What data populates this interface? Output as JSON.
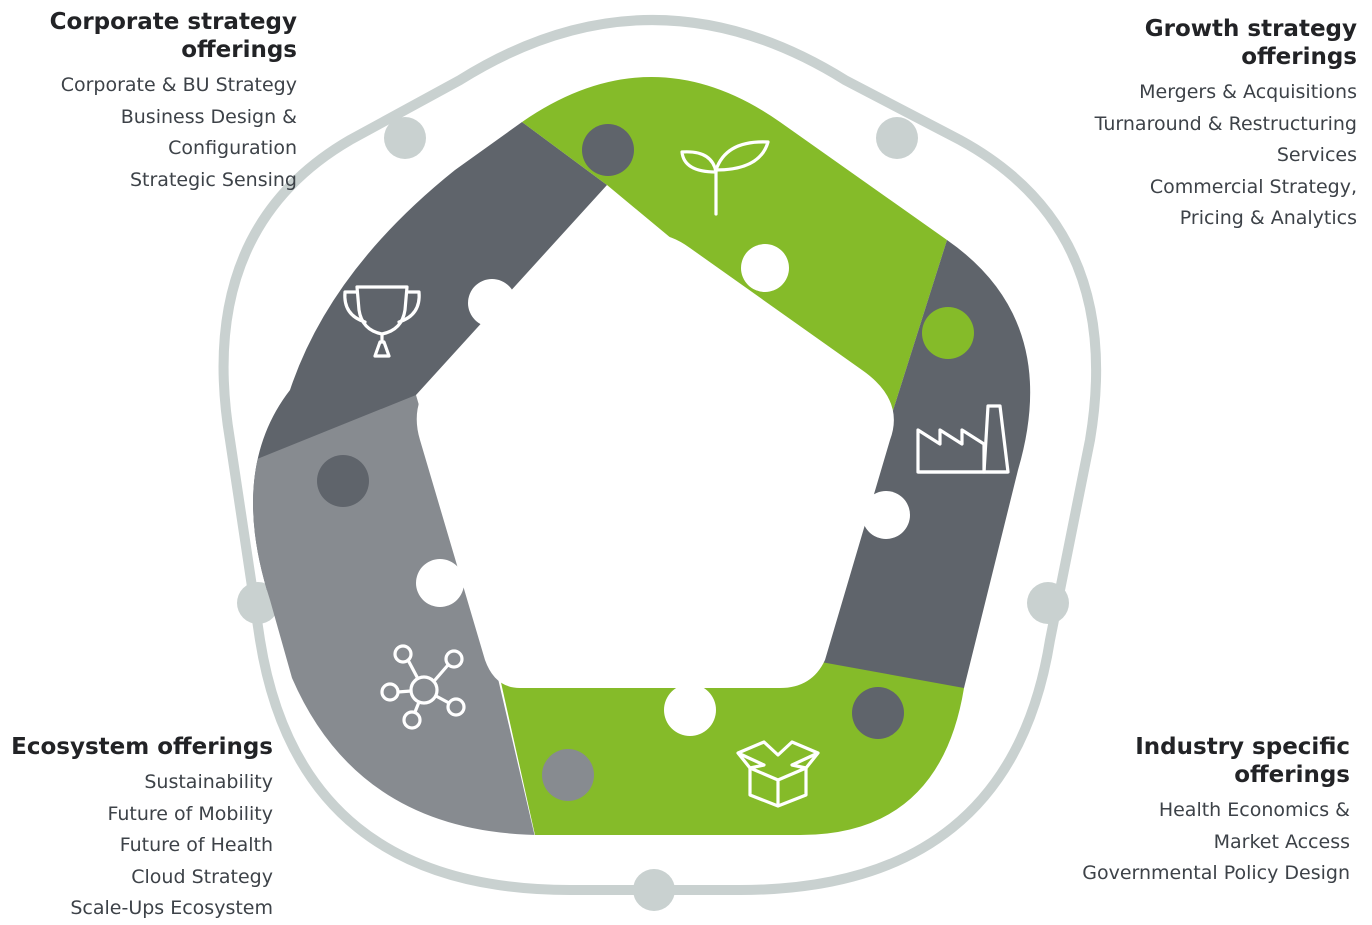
{
  "colors": {
    "green": "#85bb29",
    "dark_gray": "#5f646b",
    "mid_gray": "#878b90",
    "ring": "#c9d1d0",
    "icon_stroke": "#ffffff"
  },
  "segments": [
    {
      "name": "corporate-segment",
      "color": "dark_gray",
      "icon": "trophy-icon"
    },
    {
      "name": "growth-segment",
      "color": "green",
      "icon": "sprout-icon"
    },
    {
      "name": "industry-segment",
      "color": "dark_gray",
      "icon": "factory-icon"
    },
    {
      "name": "industry-box-segment",
      "color": "green",
      "icon": "open-box-icon"
    },
    {
      "name": "ecosystem-segment",
      "color": "mid_gray",
      "icon": "network-icon"
    }
  ],
  "offerings": {
    "corporate": {
      "title": [
        "Corporate strategy",
        "offerings"
      ],
      "items": [
        "Corporate & BU Strategy",
        "Business Design &",
        "Configuration",
        "Strategic Sensing"
      ]
    },
    "growth": {
      "title": [
        "Growth strategy",
        "offerings"
      ],
      "items": [
        "Mergers & Acquisitions",
        "Turnaround & Restructuring",
        "Services",
        "Commercial Strategy,",
        "Pricing & Analytics"
      ]
    },
    "ecosystem": {
      "title": [
        "Ecosystem offerings"
      ],
      "items": [
        "Sustainability",
        "Future of Mobility",
        "Future of Health",
        "Cloud Strategy",
        "Scale-Ups Ecosystem"
      ]
    },
    "industry": {
      "title": [
        "Industry specific",
        "offerings"
      ],
      "items": [
        "Health Economics &",
        "Market Access",
        "Governmental Policy Design"
      ]
    }
  }
}
